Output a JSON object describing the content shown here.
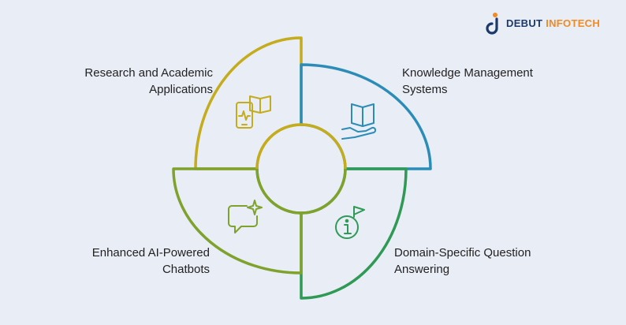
{
  "brand": {
    "name_part1": "DEBUT",
    "name_part2": "INFOTECH",
    "colors": {
      "primary": "#1b3a6b",
      "accent": "#f08a24"
    }
  },
  "segments": [
    {
      "id": "research",
      "line1": "Research and Academic",
      "line2": "Applications",
      "color": "#c4ac1c",
      "icon": "tablet-book-icon"
    },
    {
      "id": "knowledge",
      "line1": "Knowledge Management",
      "line2": "Systems",
      "color": "#2b8db7",
      "icon": "hand-book-icon"
    },
    {
      "id": "domain",
      "line1": "Domain-Specific Question",
      "line2": "Answering",
      "color": "#2f9a55",
      "icon": "info-flag-icon"
    },
    {
      "id": "chatbots",
      "line1": "Enhanced AI-Powered",
      "line2": "Chatbots",
      "color": "#7ea22c",
      "icon": "chat-sparkle-icon"
    }
  ]
}
